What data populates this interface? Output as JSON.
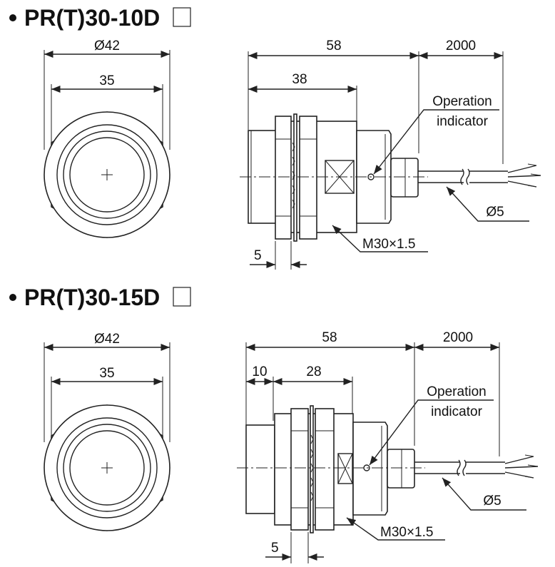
{
  "sections": [
    {
      "title": "PR(T)30-10D",
      "front_view": {
        "outer_diameter": "Ø42",
        "inner_diameter": "35"
      },
      "side_view": {
        "total_length": "58",
        "cable_length": "2000",
        "thread_length": "38",
        "nut_width": "5",
        "thread_spec": "M30×1.5",
        "cable_diameter": "Ø5",
        "indicator_line1": "Operation",
        "indicator_line2": "indicator"
      }
    },
    {
      "title": "PR(T)30-15D",
      "front_view": {
        "outer_diameter": "Ø42",
        "inner_diameter": "35"
      },
      "side_view": {
        "total_length": "58",
        "cable_length": "2000",
        "head_length": "10",
        "thread_length": "28",
        "nut_width": "5",
        "thread_spec": "M30×1.5",
        "cable_diameter": "Ø5",
        "indicator_line1": "Operation",
        "indicator_line2": "indicator"
      }
    }
  ]
}
